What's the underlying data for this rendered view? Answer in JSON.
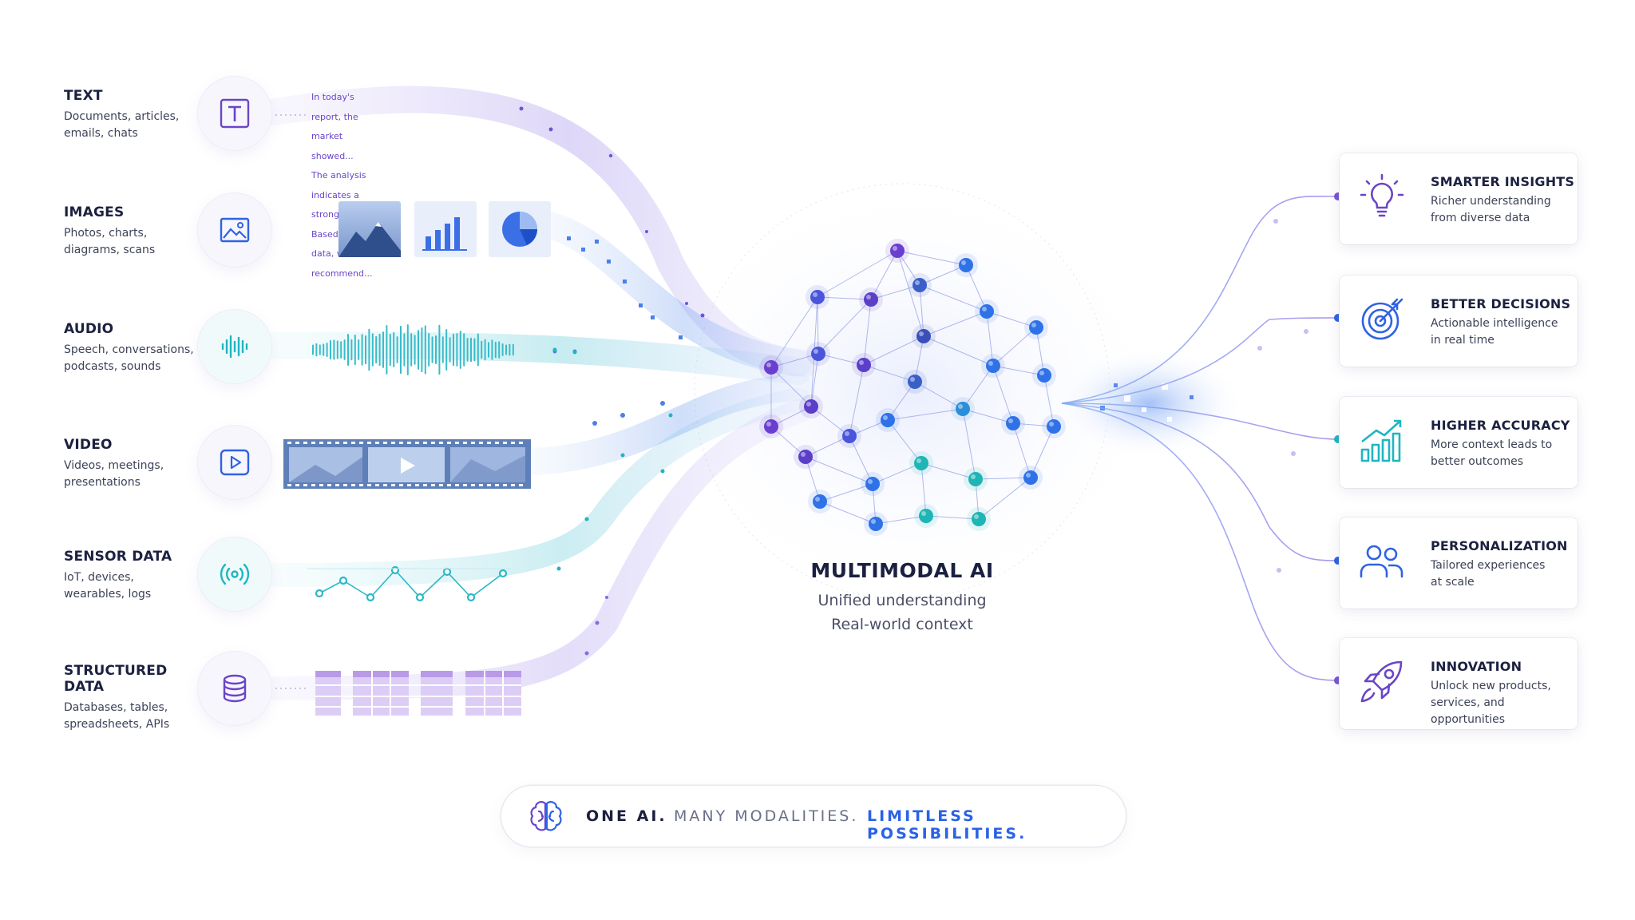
{
  "modalities": [
    {
      "title": "TEXT",
      "desc1": "Documents, articles,",
      "desc2": "emails, chats",
      "icon": "text-icon"
    },
    {
      "title": "IMAGES",
      "desc1": "Photos, charts,",
      "desc2": "diagrams, scans",
      "icon": "image-icon"
    },
    {
      "title": "AUDIO",
      "desc1": "Speech, conversations,",
      "desc2": "podcasts, sounds",
      "icon": "audio-wave-icon"
    },
    {
      "title": "VIDEO",
      "desc1": "Videos, meetings,",
      "desc2": "presentations",
      "icon": "play-icon"
    },
    {
      "title": "SENSOR DATA",
      "desc1": "IoT, devices,",
      "desc2": "wearables, logs",
      "icon": "sensor-broadcast-icon"
    },
    {
      "title": "STRUCTURED DATA",
      "desc1": "Databases, tables,",
      "desc2": "spreadsheets, APIs",
      "icon": "database-icon"
    }
  ],
  "text_snippets": [
    "In today's report, the market showed...",
    "The analysis indicates a strong...",
    "Based on the data, we recommend..."
  ],
  "center": {
    "title": "MULTIMODAL AI",
    "line1": "Unified understanding",
    "line2": "Real-world context"
  },
  "outcomes": [
    {
      "title": "SMARTER INSIGHTS",
      "desc1": "Richer understanding",
      "desc2": "from diverse data",
      "icon": "lightbulb-icon"
    },
    {
      "title": "BETTER DECISIONS",
      "desc1": "Actionable intelligence",
      "desc2": "in real time",
      "icon": "target-icon"
    },
    {
      "title": "HIGHER ACCURACY",
      "desc1": "More context leads to",
      "desc2": "better outcomes",
      "icon": "growth-chart-icon"
    },
    {
      "title": "PERSONALIZATION",
      "desc1": "Tailored experiences",
      "desc2": "at scale",
      "icon": "users-icon"
    },
    {
      "title": "INNOVATION",
      "desc1": "Unlock new products,",
      "desc2": "services, and opportunities",
      "icon": "rocket-icon"
    }
  ],
  "tagline": {
    "part1": "ONE AI.",
    "part2": "MANY MODALITIES.",
    "part3": "LIMITLESS POSSIBILITIES.",
    "icon": "brain-icon"
  },
  "colors": {
    "purple": "#6a45c8",
    "blue": "#2a62e6",
    "teal": "#1fb5c2",
    "dark": "#1c2140"
  }
}
